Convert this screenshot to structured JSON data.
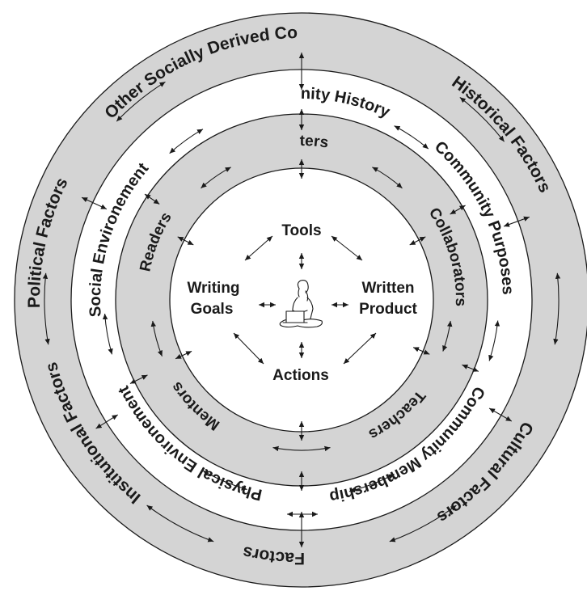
{
  "colors": {
    "band": "#d4d4d4",
    "inner": "#ffffff",
    "line": "#1a1a1a"
  },
  "center": {
    "tools": "Tools",
    "actions": "Actions",
    "goals_line1": "Writing",
    "goals_line2": "Goals",
    "product_line1": "Written",
    "product_line2": "Product",
    "figure_icon": "person-writing-on-laptop-icon"
  },
  "rings": {
    "outer": {
      "top": "Other Socially Derived Communities",
      "upper_right": "Historical Factors",
      "lower_right": "Cultural Factors",
      "bottom": "Social Factors",
      "lower_left": "Institutional Factors",
      "upper_left": "Political Factors"
    },
    "community": {
      "top": "Commmunity History",
      "right": "Community Purposes",
      "lower_right": "Community Membership",
      "bottom": "Physical Environement",
      "left": "Social Environement"
    },
    "people": {
      "top": "Writers",
      "right": "Collaborators",
      "bottom_right": "Teachers",
      "bottom_left": "Mentors",
      "left": "Readers"
    }
  }
}
